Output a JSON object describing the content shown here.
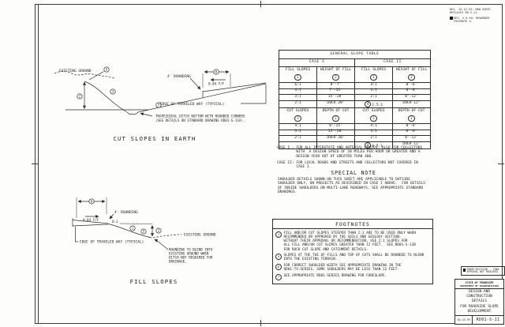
{
  "colors": {
    "line": "#2b2b2b",
    "background": "#fdfdfc"
  },
  "revisions": {
    "entry1": "REV. 10-15-93: NEW SHEET.\nREPLACES RD-S-11.",
    "entry2": "REV. 4-9-94: REWORDED\nFOOTNOTE 4."
  },
  "diagram_cut": {
    "title": "CUT SLOPES IN EARTH",
    "existing_ground": "EXISTING GROUND",
    "rounding": "4' ROUNDING",
    "cross_slope": "0.04 F/F",
    "edge_label": "EDGE OF TRAVELED WAY (TYPICAL)",
    "ditch_note1": "TRAPEZOIDAL DITCH BOTTOM WITH ROUNDED CORNERS",
    "ditch_note2": "(SEE DETAILS ON STANDARD DRAWING RD01-S-11A).",
    "refs": {
      "top_rounding": "5",
      "depth": "2",
      "slope": "3",
      "foreslope": "7",
      "shoulder": "6"
    }
  },
  "diagram_fill": {
    "title": "FILL SLOPES",
    "existing_ground": "EXISTING GROUND",
    "rounding": "4' ROUNDING",
    "cross_slope": "0.04 F/F",
    "slope_ratio": "6:1",
    "edge_label": "EDGE OF TRAVELED WAY (TYPICAL)",
    "note1": "ROUNDING TO BLEND INTO",
    "note2": "EXISTING GROUND WHEN",
    "note3": "DITCH NOT REQUIRED FOR",
    "note4": "DRAINAGE.",
    "refs": {
      "shoulder": "6",
      "slope": "1",
      "toe_rounding": "5",
      "height": "2"
    }
  },
  "table": {
    "title": "GENERAL SLOPE TABLE",
    "case1_label": "CASE I",
    "case2_label": "CASE II",
    "fill_col1": "FILL SLOPES",
    "fill_col1_ref": "1",
    "fill_col2": "HEIGHT OF FILL",
    "fill_col2_ref": "2",
    "cut_col1": "CUT SLOPES",
    "cut_col1_ref": "3",
    "cut_col2": "DEPTH OF CUT",
    "cut_col2_ref": "2",
    "fill_rows": [
      [
        "6:1",
        "0'-7'",
        "4:1",
        "0'-6'"
      ],
      [
        "4:1",
        "7'-15'",
        "3:1",
        "6'-8'"
      ],
      [
        "3:1",
        "15'-28'",
        "2:1",
        "8'-12'"
      ],
      [
        "2:1",
        "OVER 28'",
        "1.5:1",
        "OVER 12'"
      ]
    ],
    "fill_last_ref": "4",
    "cut_rows": [
      [
        "4:1",
        "0'-15'",
        "4:1",
        "0'-6'"
      ],
      [
        "3:1",
        "15'-20'",
        "3:1",
        "6'-8'"
      ],
      [
        "2:1",
        "OVER 20'",
        "2:1",
        "8'-12'"
      ],
      [
        "",
        "",
        "1.5:1",
        "OVER 12'"
      ]
    ],
    "cut_last_ref": "4"
  },
  "case_notes": {
    "case1": "CASE I : FOR ALL INTERSTATE AND ARTERIAL ROUTES. ALSO FOR COLLECTORS\n         WITH  A DESIGN SPEED OF 50 MILES PER HOUR OR GREATER AND A\n         DESIGN YEAR ADT OF GREATER THAN 400.",
    "case2": "CASE II: FOR LOCAL ROADS AND STREETS AND COLLECTORS NOT COVERED IN\n         CASE I."
  },
  "special_note": {
    "title": "SPECIAL NOTE",
    "body": "SHOULDER DETAILS SHOWN ON THIS SHEET ARE APPLICABLE TO OUTSIDE\nSHOULDER ONLY, ON PROJECTS AS DESCRIBED IN CASE I ABOVE.  FOR DETAILS\nOF INSIDE SHOULDERS ON MULTI-LANE ROADWAYS, SEE APPROPRIATE STANDARD\nDRAWINGS."
  },
  "footnotes": {
    "title": "FOOTNOTES",
    "items": [
      {
        "ref": "4",
        "text": "FILL AND/OR CUT SLOPES STEEPER THAN 2:1 ARE TO BE USED ONLY WHEN\nRECOMMENDED OR APPROVED BY THE SOILS AND GEOLOGY SECTION.\nWITHOUT THEIR APPROVAL OR RECOMMENDATION, USE 2:1 SLOPES FOR\nALL FILL AND/OR CUT SLOPES GREATER THAN 12 FEET.  SEE RD01-S-11B\nFOR ROCK CUT SLOPE AND CATCHMENT DETAILS."
      },
      {
        "ref": "5",
        "text": "SLOPES AT THE TOE OF FILLS AND TOP OF CUTS SHALL BE ROUNDED TO BLEND\nINTO THE EXISTING TERRAIN."
      },
      {
        "ref": "6",
        "text": "FOR CORRECT SHOULDER WIDTH SEE APPROPRIATE DRAWING IN THE\nRD01-TS-SERIES. SOME SHOULDERS MAY BE LESS THAN 12 FEET."
      },
      {
        "ref": "7",
        "text": "SEE APPROPRIATE RD01-SERIES DRAWING FOR FORESLOPE."
      }
    ]
  },
  "minor_revision": "MINOR REVISION -- FHWA\nAPPROVAL NOT REQUIRED.",
  "title_block": {
    "state": "STATE OF TENNESSEE",
    "dept": "DEPARTMENT OF TRANSPORTATION",
    "title": "DESIGN AND\nCONSTRUCTION\nDETAILS\nFOR ROADSIDE SLOPE\nDEVELOPMENT",
    "date": "10-15-93",
    "number": "RD01-S-11"
  }
}
